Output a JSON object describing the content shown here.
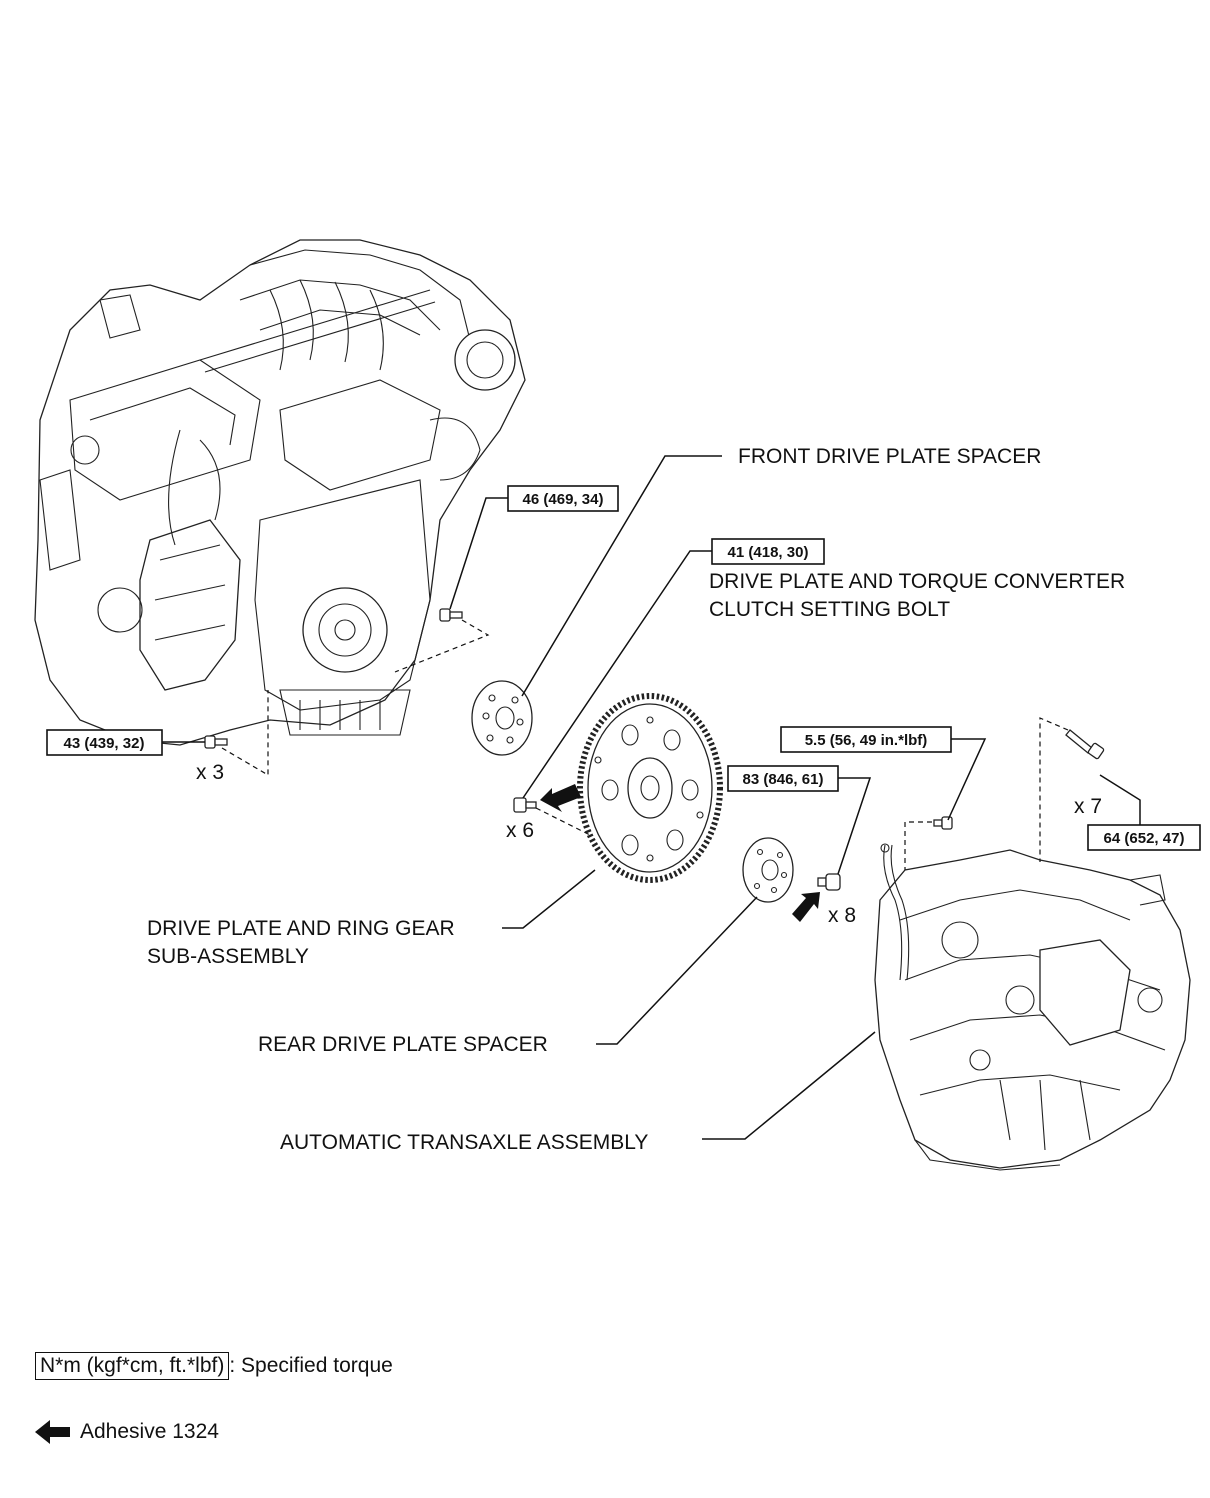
{
  "labels": {
    "front_spacer": "FRONT DRIVE PLATE SPACER",
    "setting_bolt_line1": "DRIVE PLATE AND TORQUE CONVERTER",
    "setting_bolt_line2": "CLUTCH SETTING BOLT",
    "drive_plate_line1": "DRIVE PLATE AND RING GEAR",
    "drive_plate_line2": "SUB-ASSEMBLY",
    "rear_spacer": "REAR DRIVE PLATE SPACER",
    "transaxle": "AUTOMATIC TRANSAXLE ASSEMBLY"
  },
  "torques": {
    "t46": "46 (469, 34)",
    "t41": "41 (418, 30)",
    "t43": "43 (439, 32)",
    "t55": "5.5 (56, 49 in.*lbf)",
    "t83": "83 (846, 61)",
    "t64": "64 (652, 47)"
  },
  "quantities": {
    "q3": "x 3",
    "q6": "x 6",
    "q7": "x 7",
    "q8": "x 8"
  },
  "legend": {
    "torque_unit": "N*m (kgf*cm, ft.*lbf)",
    "torque_desc": ": Specified torque",
    "adhesive": "Adhesive 1324"
  },
  "icons": {
    "adhesive_arrow": "adhesive-arrow-icon"
  }
}
